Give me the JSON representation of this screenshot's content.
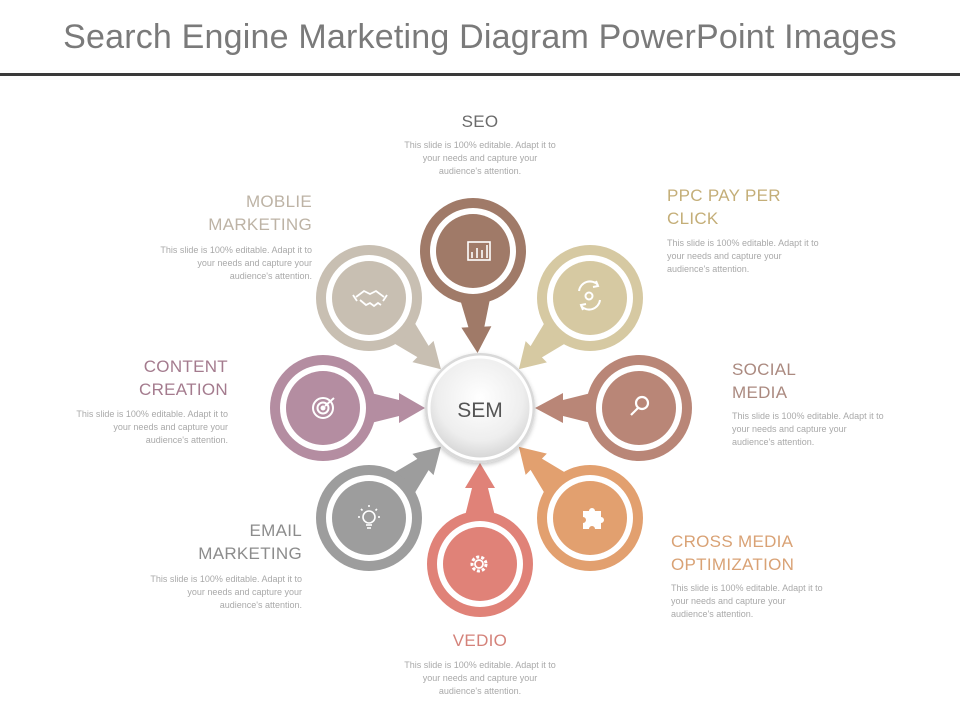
{
  "title": "Search Engine Marketing Diagram PowerPoint Images",
  "center_label": "SEM",
  "colors": {
    "seo": "#a07a68",
    "ppc": "#d6c9a2",
    "social": "#b98677",
    "cross": "#e2a06f",
    "vedio": "#e08278",
    "email": "#9d9d9d",
    "content": "#b48da1",
    "mobile": "#c8bfb2"
  },
  "items": {
    "seo": {
      "title_lines": [
        "SEO"
      ],
      "title_color": "#6b6b6b",
      "desc_lines": [
        "This slide is 100% editable. Adapt it to",
        "your needs and capture your",
        "audience's attention."
      ],
      "icon": "chart-icon"
    },
    "ppc": {
      "title_lines": [
        "PPC PAY PER",
        "CLICK"
      ],
      "title_color": "#c4ae78",
      "desc_lines": [
        "This slide is 100% editable. Adapt it to",
        "your needs and capture your",
        "audience's attention."
      ],
      "icon": "refresh-gear-icon"
    },
    "social": {
      "title_lines": [
        "SOCIAL",
        "MEDIA"
      ],
      "title_color": "#ab8a80",
      "desc_lines": [
        "This slide is 100% editable. Adapt it to",
        "your needs and capture your",
        "audience's attention."
      ],
      "icon": "magnifier-icon"
    },
    "cross": {
      "title_lines": [
        "CROSS MEDIA",
        "OPTIMIZATION"
      ],
      "title_color": "#d9a275",
      "desc_lines": [
        "This slide is 100% editable. Adapt it to",
        "your needs and capture your",
        "audience's attention."
      ],
      "icon": "puzzle-icon"
    },
    "vedio": {
      "title_lines": [
        "VEDIO"
      ],
      "title_color": "#d4827a",
      "desc_lines": [
        "This slide is 100% editable. Adapt it to",
        "your needs and capture your",
        "audience's attention."
      ],
      "icon": "gear-icon"
    },
    "email": {
      "title_lines": [
        "EMAIL",
        "MARKETING"
      ],
      "title_color": "#8c8c8c",
      "desc_lines": [
        "This slide is 100% editable. Adapt it to",
        "your needs and capture your",
        "audience's attention."
      ],
      "icon": "lightbulb-icon"
    },
    "content": {
      "title_lines": [
        "CONTENT",
        "CREATION"
      ],
      "title_color": "#a47b8e",
      "desc_lines": [
        "This slide is 100% editable. Adapt it to",
        "your needs and capture your",
        "audience's attention."
      ],
      "icon": "target-icon"
    },
    "mobile": {
      "title_lines": [
        "MOBLIE",
        "MARKETING"
      ],
      "title_color": "#bdb3a5",
      "desc_lines": [
        "This slide is 100% editable. Adapt it to",
        "your needs and capture your",
        "audience's attention."
      ],
      "icon": "handshake-icon"
    }
  }
}
